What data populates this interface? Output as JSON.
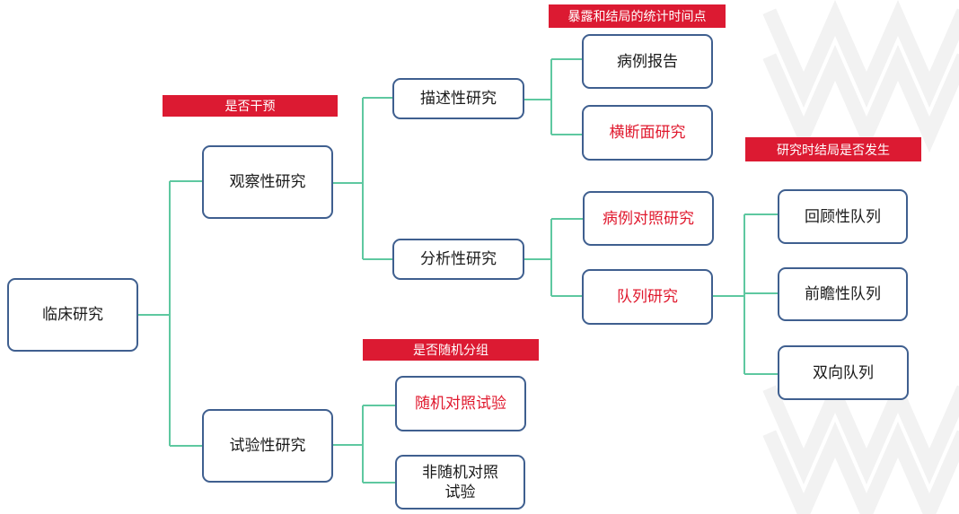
{
  "colors": {
    "connector": "#5ec8a0",
    "node_border": "#3f5f8f",
    "tag_background": "#dc1a32",
    "highlight_text": "#e0192e",
    "watermark": "#f2f2f2"
  },
  "nodes": {
    "clinical": "临床研究",
    "observational": "观察性研究",
    "experimental": "试验性研究",
    "descriptive": "描述性研究",
    "analytical": "分析性研究",
    "case_report": "病例报告",
    "cross_sectional": "横断面研究",
    "case_control": "病例对照研究",
    "cohort": "队列研究",
    "retrospective_cohort": "回顾性队列",
    "prospective_cohort": "前瞻性队列",
    "bidirectional_cohort": "双向队列",
    "randomized_trial": "随机对照试验",
    "non_randomized_trial": "非随机对照\n试验"
  },
  "tags": {
    "intervention": "是否干预",
    "exposure_timing": "暴露和结局的统计时间点",
    "outcome_occurred": "研究时结局是否发生",
    "randomization": "是否随机分组"
  }
}
